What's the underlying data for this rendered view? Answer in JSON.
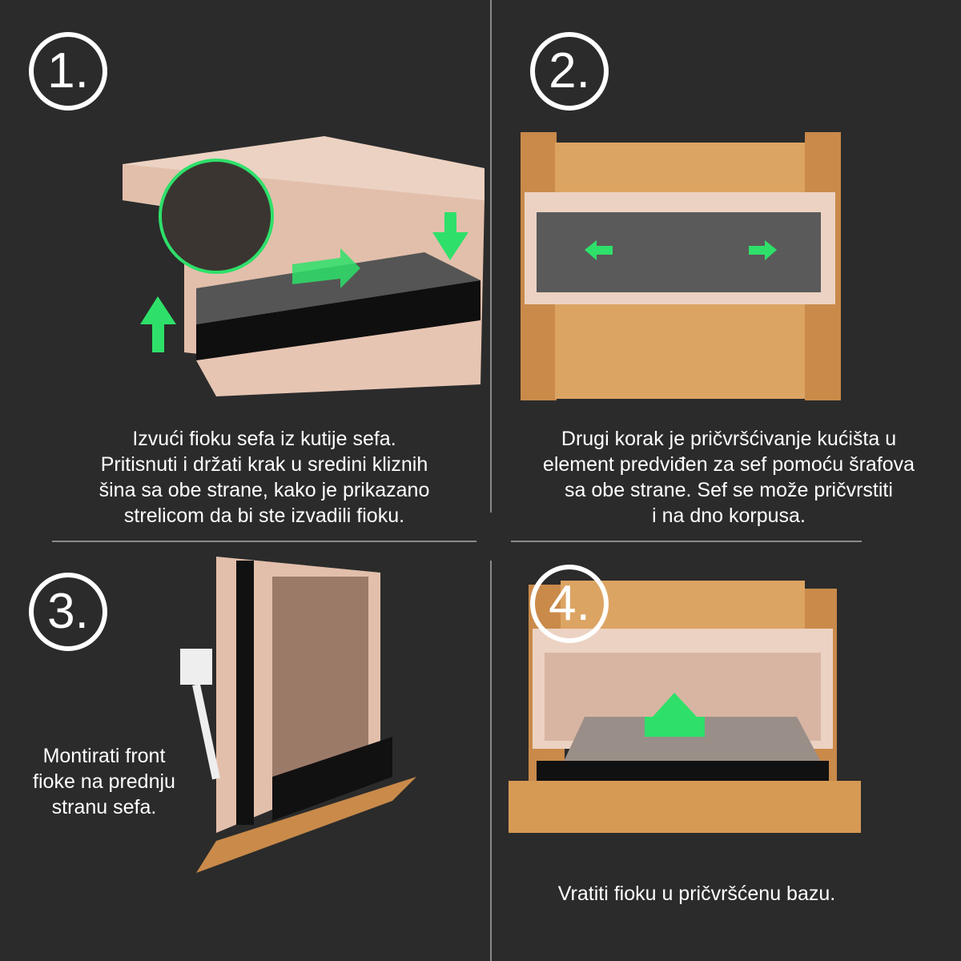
{
  "steps": [
    {
      "number": "1.",
      "caption": "Izvući fioku sefa iz kutije sefa.\nPritisnuti i držati krak u sredini kliznih\nšina sa obe strane, kako je prikazano\nstrelicom da bi ste izvadili fioku."
    },
    {
      "number": "2.",
      "caption": "Drugi korak je pričvršćivanje kućišta u\nelement predviđen za sef pomoću šrafova\nsa obe strane. Sef se može pričvrstiti\ni na dno korpusa."
    },
    {
      "number": "3.",
      "caption": "Montirati front\nfioke na prednju\nstranu sefa."
    },
    {
      "number": "4.",
      "caption": "Vratiti fioku u pričvršćenu bazu."
    }
  ],
  "colors": {
    "background": "#2b2b2b",
    "box": "#e6c5b3",
    "wood": "#d69a55",
    "arrow": "#2ee06a",
    "panel": "#1a1a1a"
  }
}
